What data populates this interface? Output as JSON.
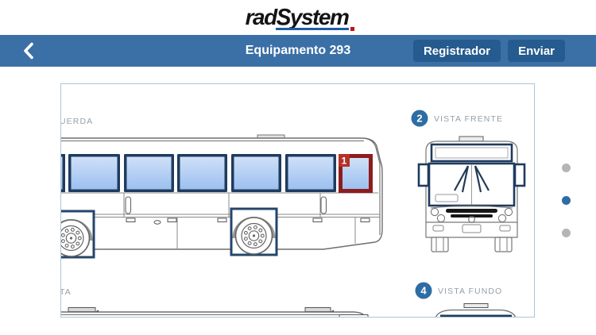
{
  "header": {
    "logo": {
      "rad": "rad",
      "s": "S",
      "ystem": "ystem"
    }
  },
  "navbar": {
    "back_icon": "chevron-left",
    "title": "Equipamento 293",
    "registrador_label": "Registrador",
    "enviar_label": "Enviar"
  },
  "diagram": {
    "esquerda_label_partial": "UERDA",
    "frente_number": "2",
    "frente_label": "VISTA FRENTE",
    "direita_label_partial": "TA",
    "fundo_number": "4",
    "fundo_label": "VISTA FUNDO",
    "marker_value": "1"
  },
  "pager": {
    "count": 3,
    "active_index": 1
  },
  "colors": {
    "navbar_bg": "#3b70a6",
    "nav_button_bg": "#255b8e",
    "accent_blue": "#2e6da4",
    "marker_red_frame": "#8e1c1c",
    "marker_badge_red": "#b43226",
    "window_frame_navy": "#1f3b5e",
    "glass_top": "#cfe0f8",
    "glass_bottom": "#9cc0ef",
    "logo_underline": "#1e5ca6",
    "logo_dot": "#c41212",
    "card_border": "#aec5d8",
    "label_gray": "#95a0a9"
  }
}
